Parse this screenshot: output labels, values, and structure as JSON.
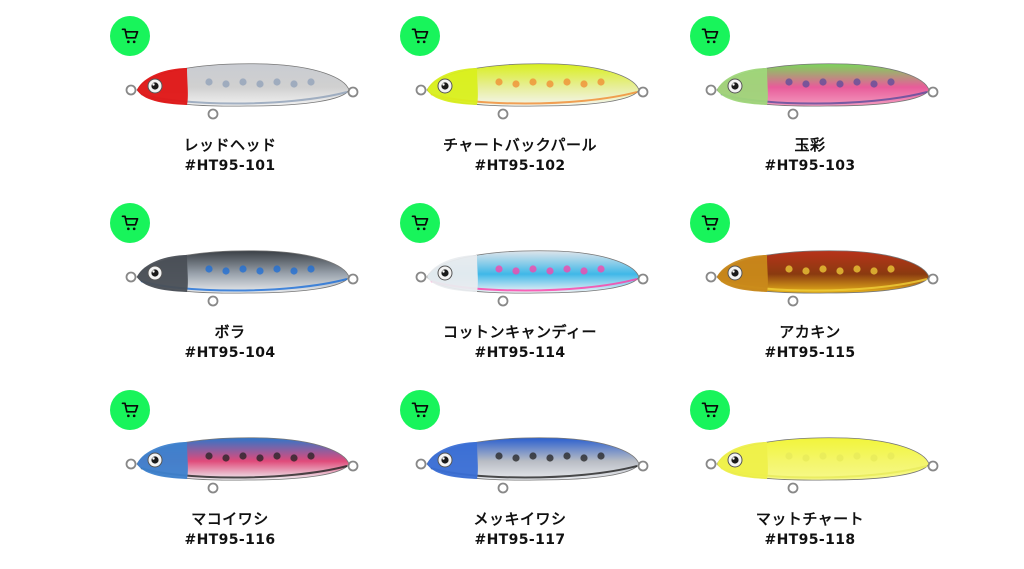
{
  "colors": {
    "cart_button_bg": "#18f45b",
    "cart_icon": "#0a0a0a"
  },
  "products": [
    {
      "name": "レッドヘッド",
      "code": "#HT95-101",
      "icon": "cart-icon",
      "palette": {
        "back": "#c9ccd2",
        "belly": "#f2f2f2",
        "head": "#e01515",
        "stripe": "#8fa0b8",
        "accent": "#d0d0d0"
      }
    },
    {
      "name": "チャートバックパール",
      "code": "#HT95-102",
      "icon": "cart-icon",
      "palette": {
        "back": "#d9ef1e",
        "belly": "#f4f6f0",
        "head": "#d9ef1e",
        "stripe": "#f08a30",
        "accent": "#e7ee9a"
      }
    },
    {
      "name": "玉彩",
      "code": "#HT95-103",
      "icon": "cart-icon",
      "palette": {
        "back": "#7bd65a",
        "belly": "#f39abf",
        "head": "#9fd77a",
        "stripe": "#5a4c9c",
        "accent": "#e85c9a"
      }
    },
    {
      "name": "ボラ",
      "code": "#HT95-104",
      "icon": "cart-icon",
      "palette": {
        "back": "#3a3f45",
        "belly": "#e9ebee",
        "head": "#4a4f56",
        "stripe": "#1b6ed8",
        "accent": "#9aa3ad"
      }
    },
    {
      "name": "コットンキャンディー",
      "code": "#HT95-114",
      "icon": "cart-icon",
      "palette": {
        "back": "#dfe4ea",
        "belly": "#f3f4f6",
        "head": "#e9ecef",
        "stripe": "#ff3fa8",
        "accent": "#3fb8e8"
      }
    },
    {
      "name": "アカキン",
      "code": "#HT95-115",
      "icon": "cart-icon",
      "palette": {
        "back": "#b8321a",
        "belly": "#e6b21a",
        "head": "#c9891a",
        "stripe": "#f0cf3a",
        "accent": "#8a3a10"
      }
    },
    {
      "name": "マコイワシ",
      "code": "#HT95-116",
      "icon": "cart-icon",
      "palette": {
        "back": "#2f76c9",
        "belly": "#eef0f3",
        "head": "#3d82cf",
        "stripe": "#222222",
        "accent": "#e04a7a"
      }
    },
    {
      "name": "メッキイワシ",
      "code": "#HT95-117",
      "icon": "cart-icon",
      "palette": {
        "back": "#2a5fcf",
        "belly": "#e7e9ed",
        "head": "#3a6fd6",
        "stripe": "#222222",
        "accent": "#b8bcc4"
      }
    },
    {
      "name": "マットチャート",
      "code": "#HT95-118",
      "icon": "cart-icon",
      "palette": {
        "back": "#f1f53a",
        "belly": "#f6f88a",
        "head": "#eef04a",
        "stripe": "#e7ea5a",
        "accent": "#f4f66a"
      }
    }
  ]
}
